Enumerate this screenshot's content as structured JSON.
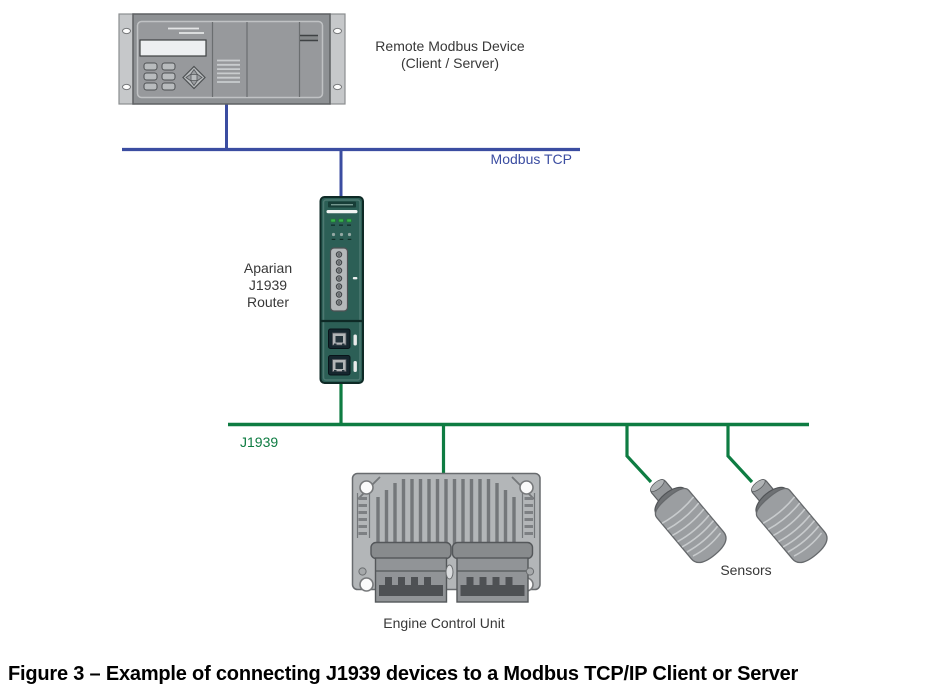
{
  "figure": {
    "caption": "Figure 3 – Example of connecting J1939 devices to a Modbus TCP/IP Client or Server"
  },
  "diagram": {
    "nodes": {
      "remote_device": {
        "label_lines": [
          "Remote Modbus Device",
          "(Client / Server)"
        ]
      },
      "router": {
        "label_lines": [
          "Aparian",
          "J1939",
          "Router"
        ]
      },
      "ecu": {
        "label": "Engine Control Unit"
      },
      "sensors": {
        "label": "Sensors"
      }
    },
    "buses": {
      "modbus": {
        "label": "Modbus TCP"
      },
      "j1939": {
        "label": "J1939"
      }
    }
  },
  "colors": {
    "modbus_line": "#3b4da1",
    "j1939_line": "#0e7c42",
    "router_body": "#2c5f56"
  }
}
